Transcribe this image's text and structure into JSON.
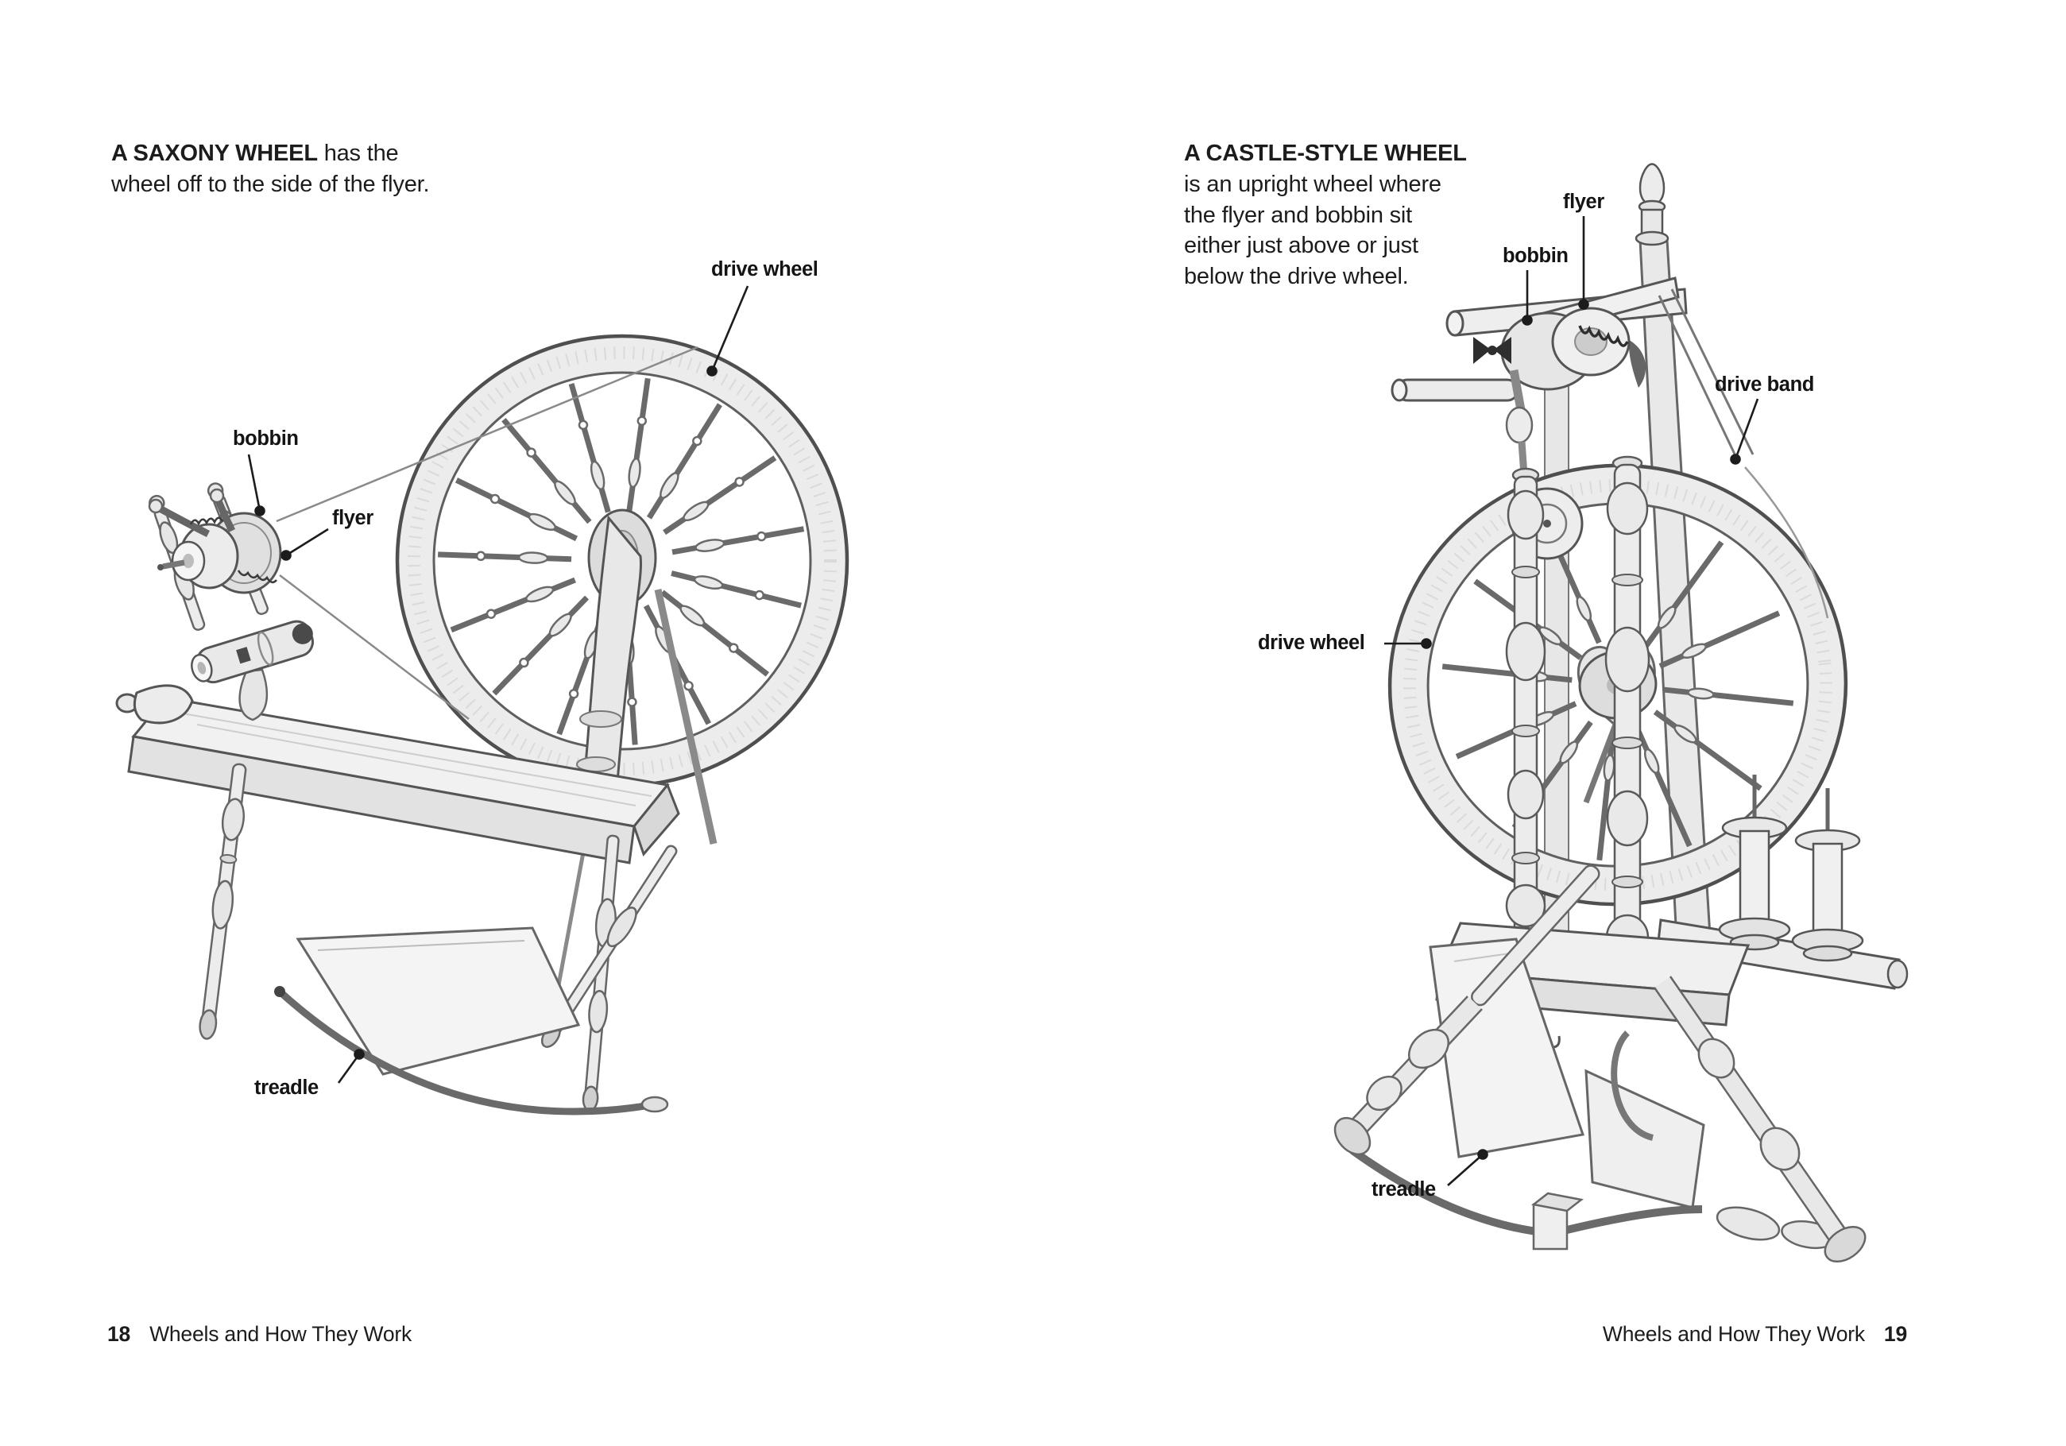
{
  "spread": {
    "left_page": {
      "intro": {
        "bold": "A SAXONY WHEEL",
        "rest": " has the",
        "line2": "wheel off to the side of the flyer."
      },
      "labels": {
        "drive_wheel": "drive wheel",
        "bobbin": "bobbin",
        "flyer": "flyer",
        "treadle": "treadle"
      },
      "footer": {
        "page_number": "18",
        "chapter_title": "Wheels and How They Work"
      }
    },
    "right_page": {
      "intro": {
        "bold": "A CASTLE-STYLE WHEEL",
        "lines": [
          "is an upright wheel where",
          "the flyer and bobbin sit",
          "either just above or just",
          "below the drive wheel."
        ]
      },
      "labels": {
        "flyer": "flyer",
        "bobbin": "bobbin",
        "drive_band": "drive band",
        "drive_wheel": "drive wheel",
        "treadle": "treadle"
      },
      "footer": {
        "chapter_title": "Wheels and How They Work",
        "page_number": "19"
      }
    }
  },
  "colors": {
    "ink": "#1c1c1c",
    "pencil_dark": "#4f4f4f",
    "pencil": "#6a6a6a",
    "pencil_light": "#c9c9c9",
    "paper": "#ffffff"
  }
}
